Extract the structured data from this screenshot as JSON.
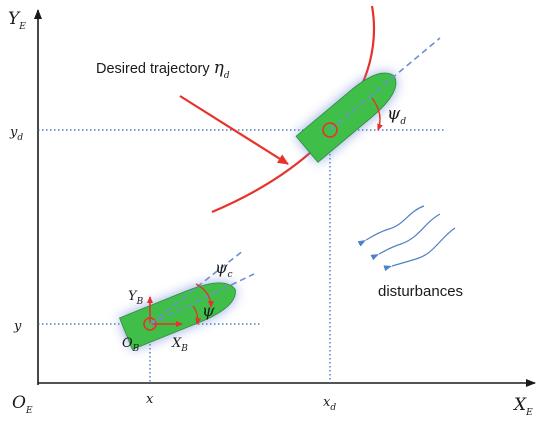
{
  "axes": {
    "y_axis": {
      "symbol": "Y",
      "subscript": "E"
    },
    "x_axis": {
      "symbol": "X",
      "subscript": "E"
    },
    "origin": {
      "symbol": "O",
      "subscript": "E"
    }
  },
  "ticks": {
    "x": {
      "symbol": "x"
    },
    "xd": {
      "symbol": "x",
      "subscript": "d"
    },
    "y": {
      "symbol": "y"
    },
    "yd": {
      "symbol": "y",
      "subscript": "d"
    }
  },
  "trajectory_label": {
    "text": "Desired trajectory ",
    "symbol": "η",
    "subscript": "d"
  },
  "desired_ship": {
    "heading": {
      "symbol": "ψ",
      "subscript": "d"
    }
  },
  "current_ship": {
    "body_y": {
      "symbol": "Y",
      "subscript": "B"
    },
    "body_x": {
      "symbol": "X",
      "subscript": "B"
    },
    "body_origin": {
      "symbol": "O",
      "subscript": "B"
    },
    "psi": {
      "symbol": "ψ"
    },
    "psi_c": {
      "symbol": "ψ",
      "subscript": "c"
    }
  },
  "disturbances_label": "disturbances",
  "colors": {
    "axis": "#1a1a1a",
    "trajectory": "#e8312a",
    "hull": "#3fbf4a",
    "glow": "#6b86d6",
    "dotted": "#2d62b8",
    "heading": "#6c8fcf",
    "wave": "#4f81c7"
  }
}
